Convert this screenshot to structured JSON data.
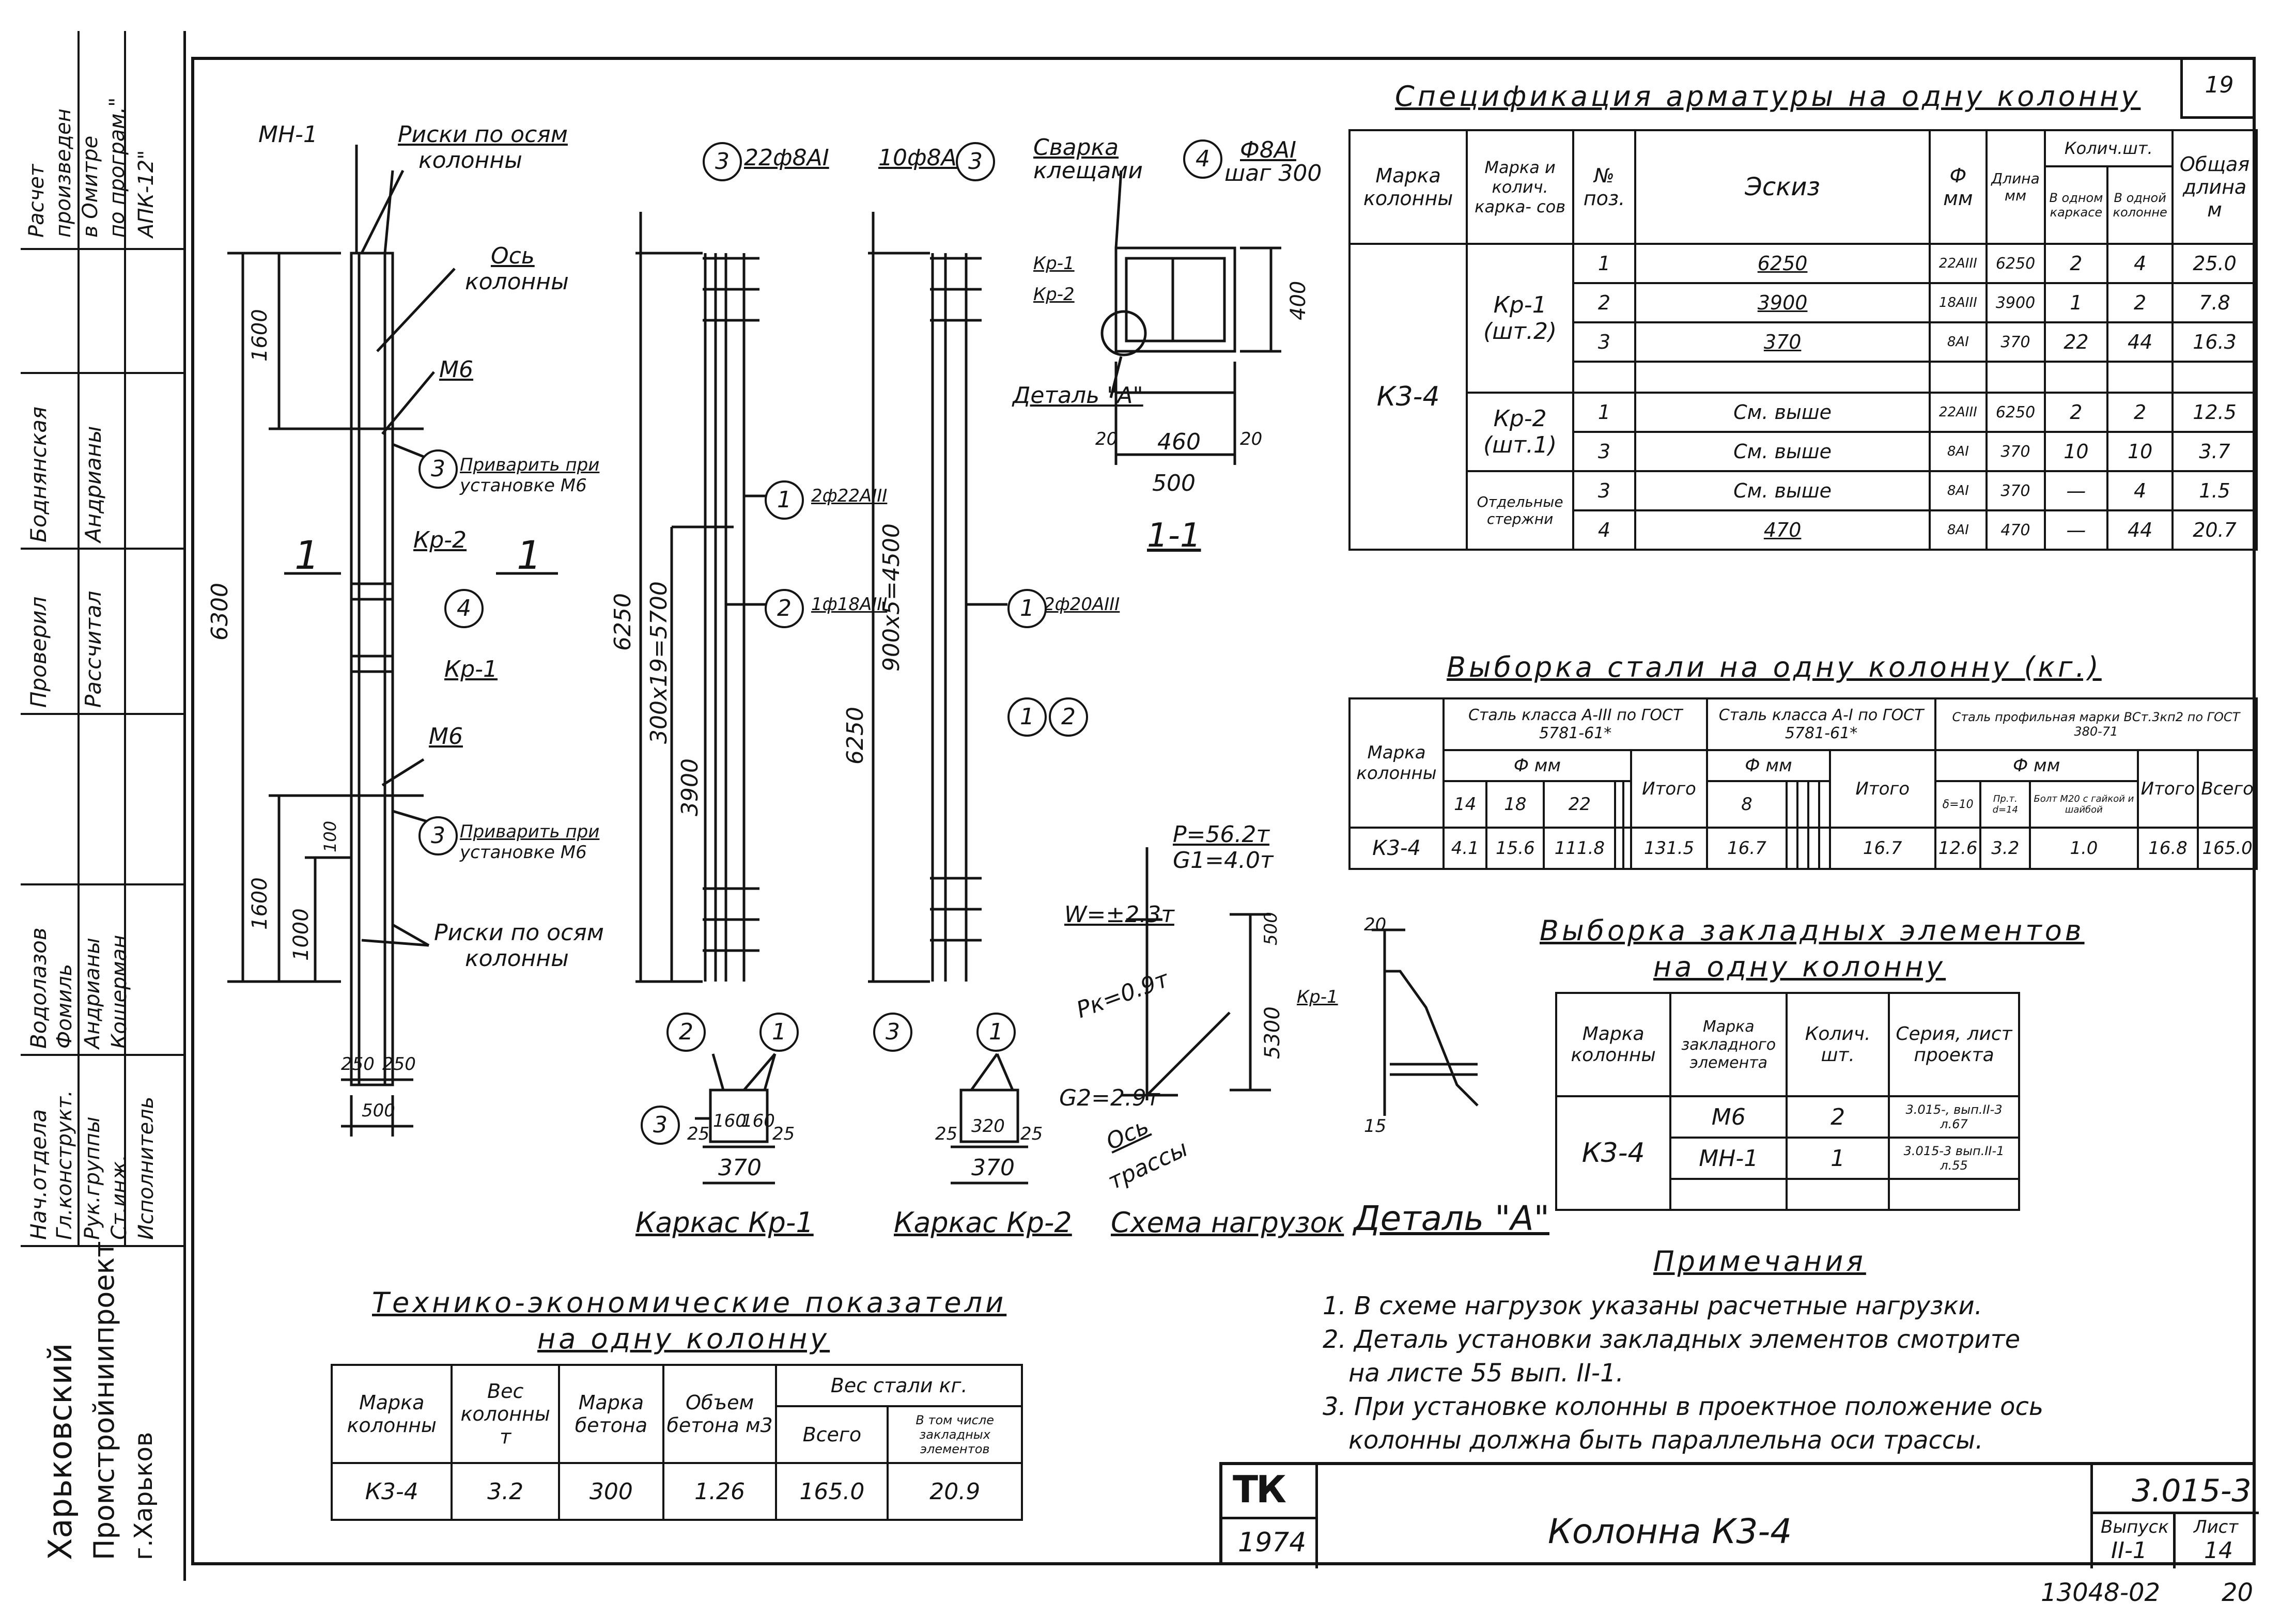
{
  "sheet_number_corner": "19",
  "bottom_note": "13048-02",
  "bottom_page": "20",
  "side_block": {
    "calc_note": [
      "Расчет",
      "произведен",
      "в Омитре",
      "по програм.\"",
      "АПК-12\""
    ],
    "roles": [
      {
        "role": "Проверил",
        "name": "Боднянская"
      },
      {
        "role": "Рассчитал",
        "name": "Андрианы"
      },
      {
        "role": "Нач.отдела",
        "name": "Водолазов"
      },
      {
        "role": "Гл.конструкт.",
        "name": "Фомиль"
      },
      {
        "role": "Рук.группы",
        "name": "Андрианы"
      },
      {
        "role": "Ст.инж.",
        "name": "Кошерман"
      },
      {
        "role": "Исполнитель",
        "name": ""
      }
    ],
    "org": [
      "Харьковский",
      "Промстройниипроект",
      "г.Харьков"
    ]
  },
  "drawing": {
    "labels": {
      "mh1": "МН-1",
      "riski_top": "Риски по осям",
      "riski_top2": "колонны",
      "os": "Ось",
      "os2": "колонны",
      "m6_top": "М6",
      "m6_bot": "М6",
      "privarit1": "Приварить при",
      "privarit1b": "установке М6",
      "privarit2": "Приварить при",
      "privarit2b": "установке М6",
      "kp2": "Кр-2",
      "kp1": "Кр-1",
      "riski_bot": "Риски по осям",
      "riski_bot2": "колонны",
      "section_1a": "1",
      "section_1b": "1",
      "dim_6300": "6300",
      "dim_1600a": "1600",
      "dim_1600b": "1600",
      "dim_1000": "1000",
      "dim_100": "100",
      "dim_250a": "250",
      "dim_250b": "250",
      "dim_500a": "500",
      "kp1_top": "22ф8АI",
      "kp1_dim_6250": "6250",
      "kp1_dim_300": "300х19=5700",
      "kp1_dim_3900": "3900",
      "kp1_rod1": "2ф22АIII",
      "kp1_rod2": "1ф18АIII",
      "kp2_top": "10ф8АI",
      "kp2_dim_6250": "6250",
      "kp2_dim_900": "900х5=4500",
      "kp2_rod1": "2ф20АIII",
      "svarka": "Сварка",
      "svarka2": "клещами",
      "f8": "Ф8АI",
      "shag": "шаг 300",
      "kp1s": "Кр-1",
      "kp2s": "Кр-2",
      "detal": "Деталь \"А\"",
      "dim_400": "400",
      "dim_20a": "20",
      "dim_460": "460",
      "dim_20b": "20",
      "dim_500b": "500",
      "sec11": "1-1",
      "p_load": "P=56.2т",
      "g1_load": "G1=4.0т",
      "w_load": "W=±2.3т",
      "pk_load": "Pк=0.9т",
      "g2_load": "G2=2.9т",
      "os_trassy": "Ось",
      "os_trassy2": "трассы",
      "dim_5300": "5300",
      "dim_500c": "500",
      "kp1_det": "Кр-1",
      "dim_15": "15",
      "dim_20c": "20",
      "kp1_sec_dims": [
        "25",
        "160",
        "160",
        "25"
      ],
      "kp1_sec_w": "370",
      "kp2_sec_dims": [
        "25",
        "320",
        "25"
      ],
      "kp2_sec_w": "370",
      "cap_kp1": "Каркас Кр-1",
      "cap_kp2": "Каркас Кр-2",
      "cap_loads": "Схема нагрузок",
      "cap_detail": "Деталь \"А\""
    },
    "circles": [
      "3",
      "4",
      "3",
      "3",
      "2",
      "1",
      "3",
      "1",
      "2",
      "1",
      "4",
      "2",
      "1",
      "3",
      "3",
      "1"
    ]
  },
  "spec_table": {
    "title": "Спецификация арматуры на одну колонну",
    "headers": [
      "Марка колонны",
      "Марка и колич. карка- сов",
      "№ поз.",
      "Эскиз",
      "Ф мм",
      "Длина мм",
      "В одном каркасе",
      "В одной колонне",
      "Общая длина м"
    ],
    "header_kolich": "Колич.шт.",
    "column_mark": "К3-4",
    "groups": [
      {
        "group": "Кр-1 (шт.2)",
        "rows": [
          [
            "1",
            "6250",
            "22АIII",
            "6250",
            "2",
            "4",
            "25.0"
          ],
          [
            "2",
            "3900",
            "18АIII",
            "3900",
            "1",
            "2",
            "7.8"
          ],
          [
            "3",
            "370",
            "8АI",
            "370",
            "22",
            "44",
            "16.3"
          ]
        ]
      },
      {
        "group": "Кр-2 (шт.1)",
        "rows": [
          [
            "1",
            "См. выше",
            "22АIII",
            "6250",
            "2",
            "2",
            "12.5"
          ],
          [
            "3",
            "См. выше",
            "8АI",
            "370",
            "10",
            "10",
            "3.7"
          ]
        ]
      },
      {
        "group": "Отдельные стержни",
        "rows": [
          [
            "3",
            "См. выше",
            "8АI",
            "370",
            "—",
            "4",
            "1.5"
          ],
          [
            "4",
            "470",
            "8АI",
            "470",
            "—",
            "44",
            "20.7"
          ]
        ]
      }
    ]
  },
  "steel_table": {
    "title": "Выборка стали на одну колонну (кг.)",
    "h_mark": "Марка колонны",
    "h_a3": "Сталь класса А-III по ГОСТ 5781-61*",
    "h_a1": "Сталь класса А-I по ГОСТ 5781-61*",
    "h_prof": "Сталь профильная марки ВСт.3кп2 по ГОСТ 380-71",
    "h_fmm": "Ф мм",
    "h_fmm2": "Ф мм",
    "h_fmm3": "Ф мм",
    "diam_a3": [
      "14",
      "18",
      "22",
      "",
      ""
    ],
    "diam_a1": [
      "8",
      "",
      "",
      "",
      ""
    ],
    "prof_cols": [
      "δ=10",
      "Пр.т. d=14",
      "Болт М20 с гайкой и шайбой"
    ],
    "h_itogo": "Итого",
    "h_vsego": "Всего",
    "row": [
      "К3-4",
      "4.1",
      "15.6",
      "111.8",
      "",
      "",
      "131.5",
      "16.7",
      "",
      "",
      "",
      "",
      "16.7",
      "12.6",
      "3.2",
      "1.0",
      "16.8",
      "165.0"
    ]
  },
  "embed_table": {
    "title1": "Выборка закладных элементов",
    "title2": "на одну колонну",
    "headers": [
      "Марка колонны",
      "Марка закладного элемента",
      "Колич. шт.",
      "Серия, лист проекта"
    ],
    "mark": "К3-4",
    "rows": [
      [
        "М6",
        "2",
        "3.015-, вып.II-3 л.67"
      ],
      [
        "МН-1",
        "1",
        "3.015-3 вып.II-1 л.55"
      ]
    ]
  },
  "tech_table": {
    "title1": "Технико-экономические показатели",
    "title2": "на одну колонну",
    "headers": [
      "Марка колонны",
      "Вес колонны т",
      "Марка бетона",
      "Объем бетона м3",
      "Вес стали кг.",
      "Всего",
      "В том числе закладных элементов"
    ],
    "row": [
      "К3-4",
      "3.2",
      "300",
      "1.26",
      "165.0",
      "20.9"
    ]
  },
  "notes": {
    "title": "Примечания",
    "items": [
      "1. В схеме нагрузок указаны расчетные нагрузки.",
      "2. Деталь установки закладных элементов смотрите",
      "на листе 55 вып. II-1.",
      "3. При установке колонны в проектное положение ось",
      "колонны должна быть параллельна оси трассы."
    ]
  },
  "title_block": {
    "logo": "ТК",
    "year": "1974",
    "name": "Колонна К3-4",
    "code": "3.015-3",
    "vypusk_label": "Выпуск",
    "list_label": "Лист",
    "vypusk": "II-1",
    "list": "14"
  }
}
